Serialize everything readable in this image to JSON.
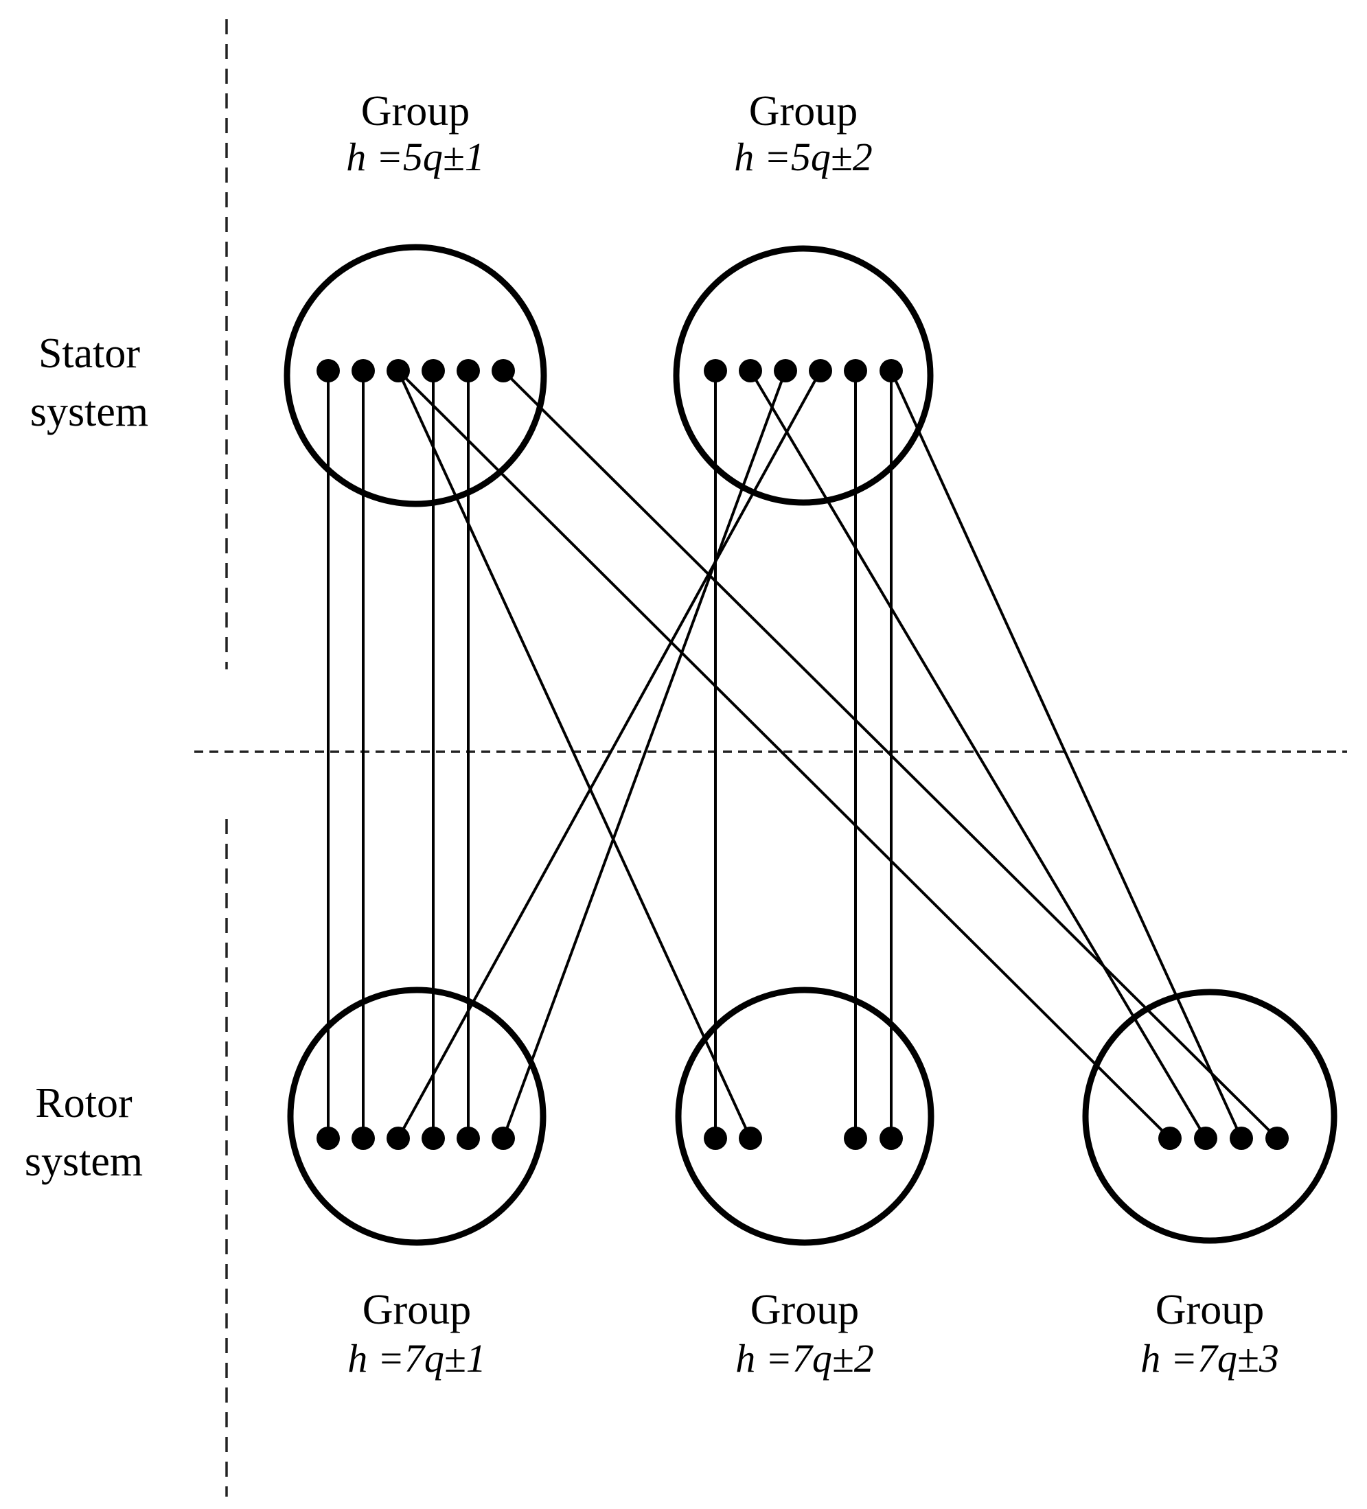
{
  "figure": {
    "description": "Coupled harmonic groups between stator and rotor systems",
    "background_color": "#ffffff",
    "stroke_color": "#000000"
  },
  "regions": {
    "stator": {
      "line1": "Stator",
      "line2": "system"
    },
    "rotor": {
      "line1": "Rotor",
      "line2": "system"
    }
  },
  "stator_groups": [
    {
      "id": "S",
      "title": "Group",
      "formula": "h =5q±1",
      "dot_count": 6
    },
    {
      "id": "T",
      "title": "Group",
      "formula": "h =5q±2",
      "dot_count": 6
    }
  ],
  "rotor_groups": [
    {
      "id": "R",
      "title": "Group",
      "formula": "h =7q±1",
      "dot_count": 6
    },
    {
      "id": "U",
      "title": "Group",
      "formula": "h =7q±2",
      "dot_count": 4
    },
    {
      "id": "V",
      "title": "Group",
      "formula": "h =7q±3",
      "dot_count": 4
    }
  ],
  "connections": [
    [
      "S1",
      "R1"
    ],
    [
      "S2",
      "R2"
    ],
    [
      "S3",
      "U2"
    ],
    [
      "S3",
      "V1"
    ],
    [
      "S4",
      "R4"
    ],
    [
      "S5",
      "R5"
    ],
    [
      "S6",
      "V4"
    ],
    [
      "T1",
      "U1"
    ],
    [
      "T2",
      "V2"
    ],
    [
      "T3",
      "R6"
    ],
    [
      "T4",
      "R3"
    ],
    [
      "T5",
      "U3"
    ],
    [
      "T6",
      "U4"
    ],
    [
      "T6",
      "V3"
    ]
  ]
}
